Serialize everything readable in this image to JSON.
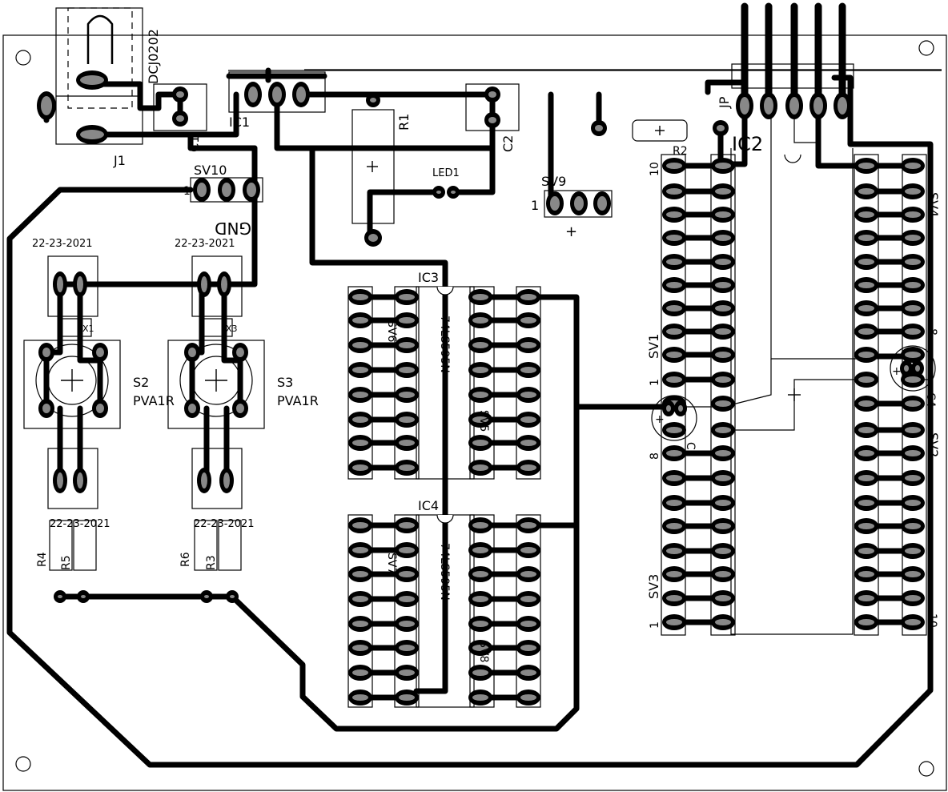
{
  "labels": {
    "dcjack": "DCJ0202",
    "j1": "J1",
    "ic1": "IC1",
    "r1": "R1",
    "c1": "C1",
    "c2": "C2",
    "led1": "LED1",
    "sv9": "SV9",
    "sv9_pin1": "1",
    "sv9_plus": "+",
    "r2": "R2",
    "jp": "JP",
    "ic2": "IC2",
    "sv10": "SV10",
    "sv10_pin1": "1",
    "gnd": "GND",
    "date_tl": "22-23-2021",
    "date_tm": "22-23-2021",
    "date_bl": "22-23-2021",
    "date_bm": "22-23-2021",
    "x1": "X1",
    "x3": "X3",
    "s2": "S2",
    "s2_part": "PVA1R",
    "s3": "S3",
    "s3_part": "PVA1R",
    "r4": "R4",
    "r5": "R5",
    "r6": "R6",
    "r3": "R3",
    "ic3": "IC3",
    "ic3_part": "74LS595N",
    "ic4": "IC4",
    "ic4_part": "74LS595N",
    "sv6": "SV6",
    "sv5": "SV5",
    "sv7": "SV7",
    "sv8": "SV8",
    "sv1": "SV1",
    "sv1_n10": "10",
    "sv1_n1": "1",
    "sv3": "SV3",
    "sv3_n8": "8",
    "sv3_n1": "1",
    "sv4": "SV4",
    "sv2": "SV2",
    "sv_r8": "8",
    "sv_r10": "10",
    "c3": "C3",
    "c4": "C4",
    "plus_c3": "+",
    "plus_c4": "+"
  },
  "colors": {
    "background": "#ffffff",
    "copper": "#000000",
    "silkscreen": "#000000",
    "pad_fill": "#888888",
    "hole": "#ffffff"
  }
}
